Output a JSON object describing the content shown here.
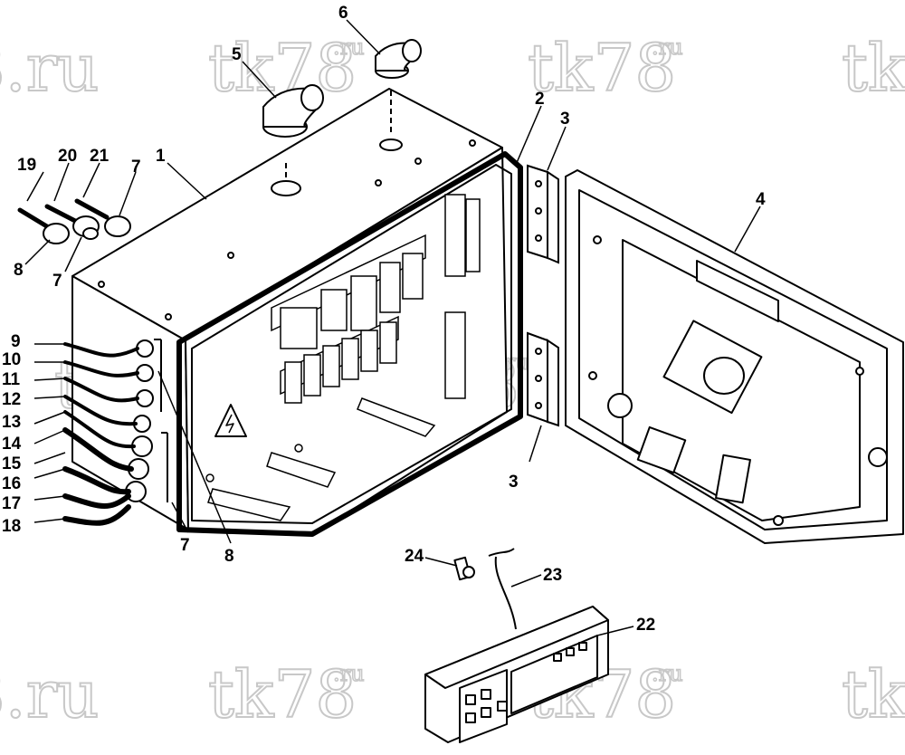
{
  "diagram": {
    "watermark": {
      "main": "tk78",
      "suffix": ".ru",
      "partial_suffix": "8.ru",
      "partial_main": "tk",
      "partial_mid": "tk78"
    },
    "callouts": {
      "c1": "1",
      "c2": "2",
      "c3a": "3",
      "c3b": "3",
      "c4": "4",
      "c5": "5",
      "c6": "6",
      "c7a": "7",
      "c7b": "7",
      "c7c": "7",
      "c8a": "8",
      "c8b": "8",
      "c9": "9",
      "c10": "10",
      "c11": "11",
      "c12": "12",
      "c13": "13",
      "c14": "14",
      "c15": "15",
      "c16": "16",
      "c17": "17",
      "c18": "18",
      "c19": "19",
      "c20": "20",
      "c21": "21",
      "c22": "22",
      "c23": "23",
      "c24": "24"
    },
    "colors": {
      "line": "#000000",
      "watermark": "#c8c8c8",
      "background": "#ffffff"
    }
  }
}
